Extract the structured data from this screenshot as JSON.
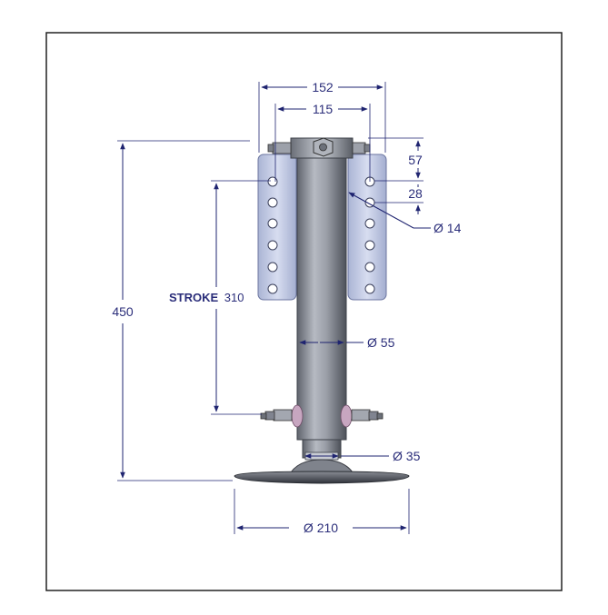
{
  "dimensions": {
    "top_width_outer": "152",
    "top_width_inner": "115",
    "height_57": "57",
    "spacing_28": "28",
    "hole_dia": "Ø 14",
    "tube_dia": "Ø 55",
    "inner_dia": "Ø 35",
    "base_dia": "Ø 210",
    "total_height": "450",
    "stroke_word": "STROKE",
    "stroke_value": "310"
  },
  "colors": {
    "dimension": "#1f2470",
    "bracket": "#c9d2ec",
    "tube": "#8b8f99",
    "base": "#4a4e58",
    "frame": "#222222"
  }
}
